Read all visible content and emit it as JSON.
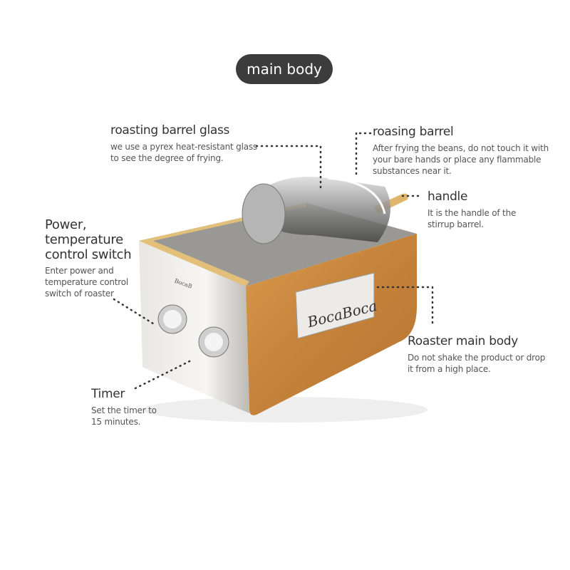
{
  "title": "main body",
  "callouts": [
    {
      "title": "roasting barrel glass",
      "desc": "we use a pyrex heat-resistant glass to see the degree of frying."
    },
    {
      "title": "roasing barrel",
      "desc": "After frying the beans, do not touch it with your bare hands or place any flammable substances near it."
    },
    {
      "title": "handle",
      "desc": "It is the handle of the stirrup barrel."
    },
    {
      "title": "Power, temperature control switch",
      "desc": "Enter power and temperature control switch of roaster"
    },
    {
      "title": "Roaster main body",
      "desc": "Do not shake the product or drop it from a high place."
    },
    {
      "title": "Timer",
      "desc": "Set the timer to 15 minutes."
    }
  ],
  "product": {
    "brand_plate": "BocaBoca",
    "front_mark": "BocaB"
  },
  "colors": {
    "pill": "#3c3c3c",
    "wood": "#c98a3e",
    "steel": "#d8d8d6"
  }
}
